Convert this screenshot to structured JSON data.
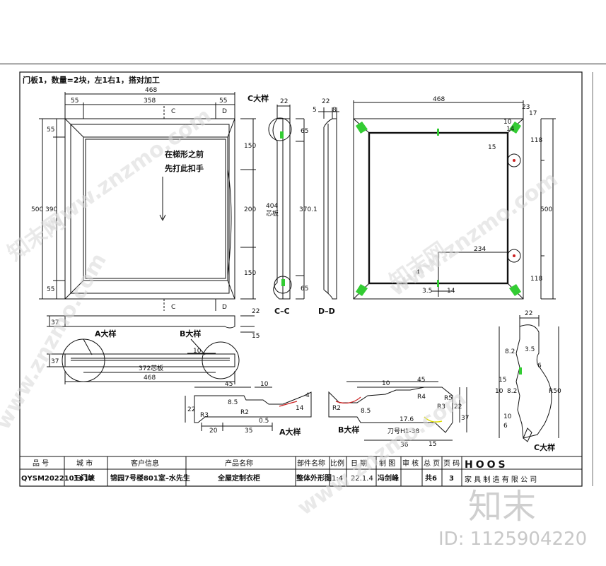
{
  "header": {
    "title": "门板1，数量=2块，左1右1，搭对加工"
  },
  "front_view": {
    "dims": {
      "overall_width": "468",
      "stile_left": "55",
      "panel_width": "358",
      "stile_right": "55",
      "overall_height": "500",
      "inner_height": "390",
      "rail_top": "55",
      "rail_bottom": "55",
      "right_top": "150",
      "right_mid": "200",
      "right_bottom": "150"
    },
    "section_mark": "C",
    "section_mark_d": "D",
    "note_line1": "在梯形之前",
    "note_line2": "先打此扣手"
  },
  "section_cc": {
    "title": "C大样",
    "dims": {
      "top_width": "22",
      "top_offset": "65",
      "height": "404",
      "height_note": "芯板",
      "bottom_offset": "65"
    },
    "label": "C–C"
  },
  "section_dd": {
    "dims": {
      "a": "5",
      "b": "22",
      "c": "8",
      "height": "370.1"
    },
    "label": "D–D"
  },
  "back_view": {
    "dims": {
      "width": "468",
      "corner_a": "23",
      "corner_b": "17",
      "corner_c": "10",
      "corner_d": "14",
      "hinge_top": "118",
      "height": "500",
      "hinge_bottom": "118",
      "hole": "15",
      "handle_offset": "234",
      "small_a": "4",
      "small_b": "3.5",
      "small_c": "14"
    }
  },
  "bottom_views": {
    "dims": {
      "thickness": "37",
      "right_a": "22",
      "right_b": "15",
      "thickness2": "37",
      "inner": "10",
      "panel": "372芯板",
      "overall": "468"
    },
    "label_a": "A大样",
    "label_b": "B大样"
  },
  "details": {
    "a_detail": {
      "label": "A大样",
      "dims": [
        "45",
        "10",
        "22",
        "20",
        "35",
        "14",
        "4",
        "8.5",
        "0.5",
        "R3",
        "R2"
      ]
    },
    "b_detail": {
      "label": "B大样",
      "label2": "刀号H1-38",
      "dims": [
        "10",
        "45",
        "22",
        "37",
        "36",
        "15",
        "17.6",
        "8.5",
        "R3",
        "R2",
        "R5",
        "R4"
      ]
    },
    "c_detail": {
      "label": "C大样",
      "dims": [
        "22",
        "3.5",
        "8.2",
        "15",
        "10",
        "8.2",
        "6",
        "R50",
        "10",
        "6"
      ]
    }
  },
  "title_block": {
    "headers": [
      "品 号",
      "城 市",
      "客户信息",
      "产品名称",
      "部件名称",
      "比例",
      "日 期",
      "制 图",
      "审 核",
      "总 页",
      "页 码"
    ],
    "values": [
      "QYSM2022101612",
      "三门峡",
      "锦园7号楼801室–水先生",
      "全屋定制衣柜",
      "整体外形图",
      "1:4",
      "22.1.4",
      "冯剑峰",
      "共6",
      "3"
    ],
    "company_logo": "HOOS",
    "company_name": "家 具 制 造 有 限 公 司"
  },
  "watermark": {
    "text": "www.znzmo.com",
    "cn": "知末网",
    "logo": "知末",
    "id": "ID: 1125904220"
  },
  "colors": {
    "green": "#33cc33",
    "line": "#111111",
    "red": "#cc2222",
    "yellow": "#dddd00"
  }
}
